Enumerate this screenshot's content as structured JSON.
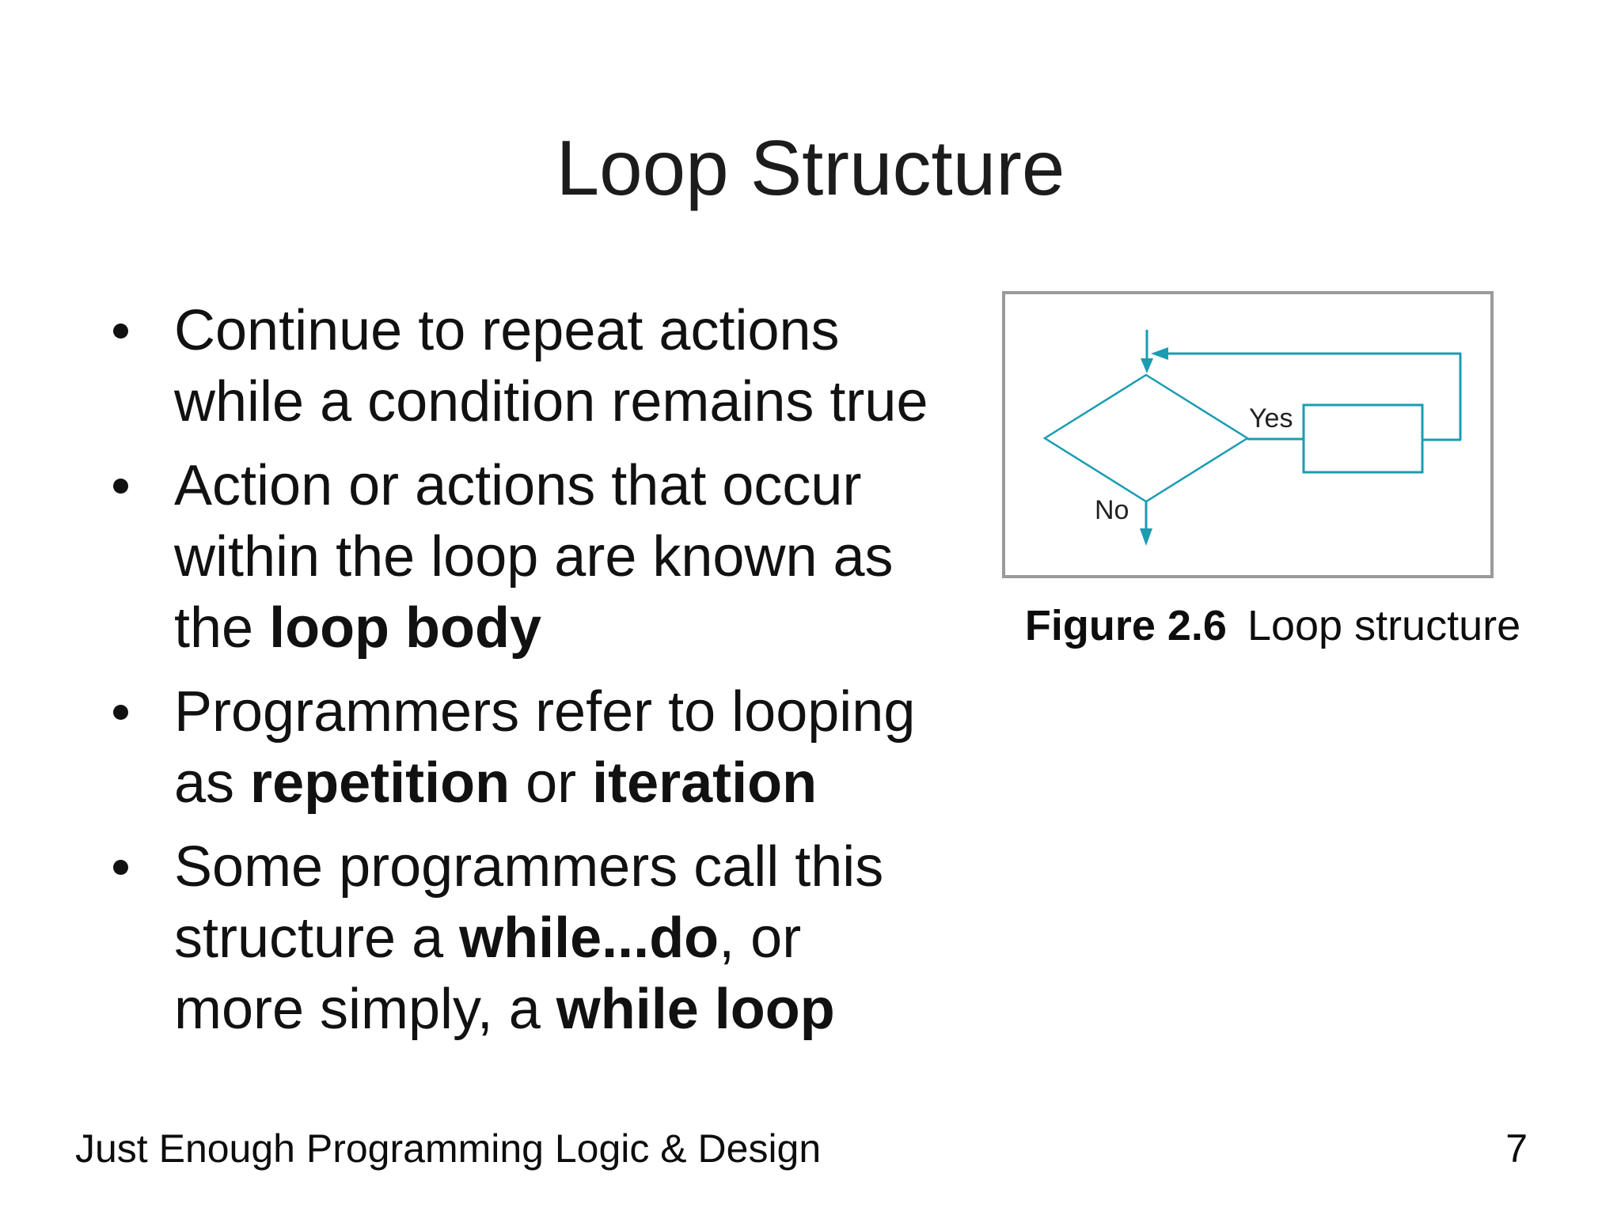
{
  "slide": {
    "title": "Loop Structure",
    "bullets": [
      {
        "lines": [
          [
            {
              "t": "Continue to repeat actions"
            }
          ],
          [
            {
              "t": "while a condition remains true"
            }
          ]
        ]
      },
      {
        "lines": [
          [
            {
              "t": "Action or actions that occur"
            }
          ],
          [
            {
              "t": "within the loop are known as"
            }
          ],
          [
            {
              "t": "the "
            },
            {
              "t": "loop body",
              "b": true
            }
          ]
        ]
      },
      {
        "lines": [
          [
            {
              "t": "Programmers refer to looping"
            }
          ],
          [
            {
              "t": "as "
            },
            {
              "t": "repetition",
              "b": true
            },
            {
              "t": " or "
            },
            {
              "t": "iteration",
              "b": true
            }
          ]
        ]
      },
      {
        "lines": [
          [
            {
              "t": "Some programmers call this"
            }
          ],
          [
            {
              "t": "structure a "
            },
            {
              "t": "while...do",
              "b": true
            },
            {
              "t": ", or"
            }
          ],
          [
            {
              "t": "more simply, a "
            },
            {
              "t": "while loop",
              "b": true
            }
          ]
        ]
      }
    ],
    "figure": {
      "yes_label": "Yes",
      "no_label": "No",
      "caption_label": "Figure 2.6",
      "caption_text": "Loop structure"
    },
    "footer": {
      "left_text": "Just Enough Programming Logic & Design",
      "page_number": "7"
    },
    "colors": {
      "flow_teal": "#1b9cb1",
      "figure_border_gray": "#9a9a9a",
      "text_black": "#111111"
    }
  }
}
